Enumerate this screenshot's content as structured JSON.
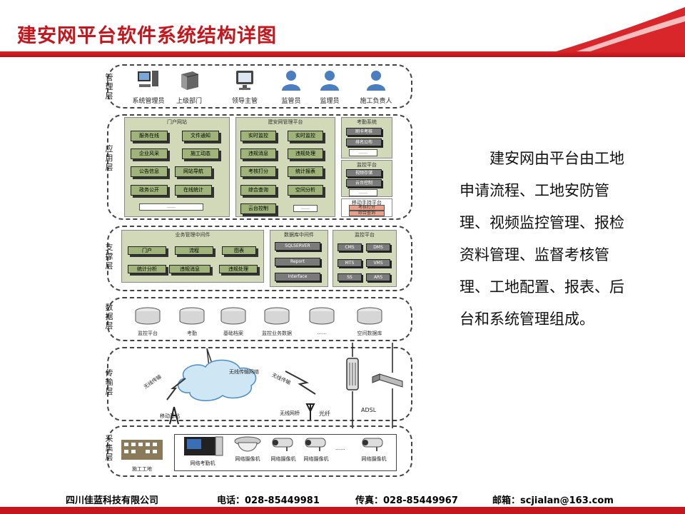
{
  "slide": {
    "title": "建安网平台软件系统结构详图",
    "description": "建安网由平台由工地申请流程、工地安防管理、视频监控管理、报检资料管理、监督考核管理、工地配置、报表、后台和系统管理组成。"
  },
  "layers": {
    "management": {
      "label": "管理层",
      "roles": [
        "系统管理员",
        "上级部门",
        "领导主管",
        "监管员",
        "监理员",
        "施工负责人"
      ]
    },
    "application": {
      "label": "应用层",
      "portal": {
        "title": "门户网站",
        "items": [
          "服务在线",
          "文件通知",
          "企业风采",
          "施工动态",
          "公告信息",
          "网站导航",
          "政务公开",
          "在线统计",
          "……"
        ]
      },
      "platform": {
        "title": "建安网管理平台",
        "items": [
          "实时监控",
          "实时监控",
          "违规消息",
          "违规处理",
          "考核打分",
          "统计报表",
          "综合查询",
          "空间分析",
          "云台控制",
          "……"
        ]
      },
      "attendance": {
        "title": "考勤系统",
        "items": [
          "刷卡考核",
          "排名公布",
          "……"
        ]
      },
      "monitor": {
        "title": "监控平台",
        "items": [
          "视频存储",
          "云台控制",
          "……"
        ]
      },
      "mobile": {
        "title": "移动手持平台",
        "items": [
          "考核打分",
          "综合查询"
        ]
      }
    },
    "support": {
      "label": "支撑层",
      "middleware": {
        "title": "业务管理中间件",
        "items": [
          "门户",
          "流程",
          "图表",
          "统计分析",
          "违规消息",
          "违规处理"
        ]
      },
      "database_mw": {
        "title": "数据库中间件",
        "items": [
          "SQLSERVER",
          "Report",
          "Interface"
        ]
      },
      "monitor_platform": {
        "title": "监控平台",
        "items": [
          "CMS",
          "DMS",
          "MTS",
          "VMS",
          "SS",
          "ARS"
        ]
      }
    },
    "data": {
      "label": "数据层",
      "items": [
        "监控平台",
        "考勤",
        "基础档案",
        "监控业务数据",
        "……",
        "空间数据库"
      ]
    },
    "transmission": {
      "label": "传输层",
      "cloud": "无线传输网络",
      "items": [
        "无线传输",
        "无线传输",
        "移动基站",
        "无线网桥",
        "光纤",
        "ADSL"
      ]
    },
    "acquisition": {
      "label": "采集层",
      "site": "施工工地",
      "items": [
        "网络考勤机",
        "网络摄像机",
        "网络摄像机",
        "网络摄像机",
        "……",
        "网络摄像机"
      ]
    }
  },
  "footer": {
    "company": "四川佳蓝科技有限公司",
    "phone": "电话：028-85449981",
    "fax": "传真：028-85449967",
    "email": "邮箱：scjialan@163.com"
  },
  "colors": {
    "title": "#c4161c",
    "panel": "#d2d9b8",
    "button": "#9fb37a",
    "bar": "#c4161c"
  }
}
